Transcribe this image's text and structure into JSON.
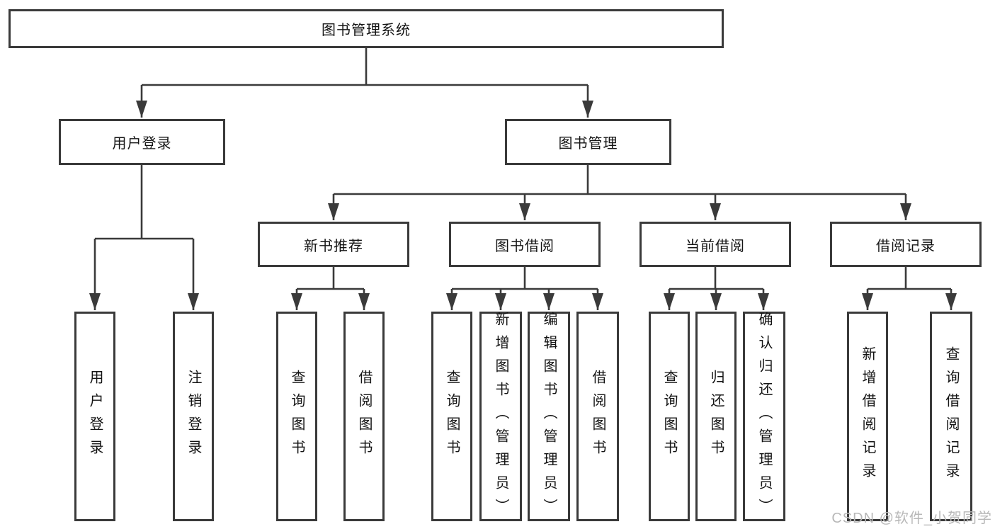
{
  "diagram": {
    "root_label": "图书管理系统",
    "branches": [
      {
        "label": "用户登录",
        "children": [
          {
            "label": "用户登录"
          },
          {
            "label": "注销登录"
          }
        ]
      },
      {
        "label": "图书管理",
        "sections": [
          {
            "label": "新书推荐",
            "children": [
              {
                "label": "查询图书"
              },
              {
                "label": "借阅图书"
              }
            ]
          },
          {
            "label": "图书借阅",
            "children": [
              {
                "label": "查询图书"
              },
              {
                "label": "新增图书（管理员）"
              },
              {
                "label": "编辑图书（管理员）"
              },
              {
                "label": "借阅图书"
              }
            ]
          },
          {
            "label": "当前借阅",
            "children": [
              {
                "label": "查询图书"
              },
              {
                "label": "归还图书"
              },
              {
                "label": "确认归还（管理员）"
              }
            ]
          },
          {
            "label": "借阅记录",
            "children": [
              {
                "label": "新增借阅记录"
              },
              {
                "label": "查询借阅记录"
              }
            ]
          }
        ]
      }
    ]
  },
  "watermark": {
    "text": "CSDN @软件_小贺同学"
  },
  "colors": {
    "line": "#3a3a3a",
    "text": "#141414",
    "watermark": "#b8b8b8",
    "background": "#ffffff"
  }
}
